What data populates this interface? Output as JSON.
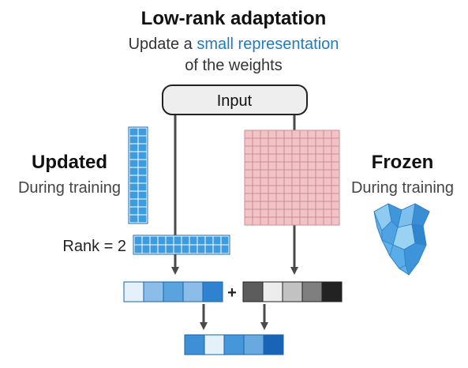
{
  "header": {
    "title": "Low-rank adaptation",
    "subtitle_prefix": "Update a ",
    "subtitle_highlight": "small representation",
    "subtitle_line2": "of the weights"
  },
  "input_box": {
    "label": "Input"
  },
  "updated": {
    "title": "Updated",
    "subtitle": "During training"
  },
  "frozen": {
    "title": "Frozen",
    "subtitle": "During training"
  },
  "rank": {
    "label": "Rank = 2"
  },
  "operator": {
    "plus": "+"
  },
  "colors": {
    "title_text": "#111111",
    "highlight_blue": "#1f7bc1",
    "matrix_blue_fill": "#3d9be0",
    "matrix_blue_stroke": "#1565a8",
    "frozen_pink_fill": "#f2c3c6",
    "frozen_pink_stroke": "#c98e93",
    "arrow_gray": "#4a4a4a",
    "input_box_fill": "#eeeeee"
  },
  "output_vectors": {
    "updated_vector_shades": [
      "#e4f1fb",
      "#8bbde8",
      "#5aa3df",
      "#8bbde8",
      "#2f82cf"
    ],
    "frozen_vector_shades": [
      "#5c5c5c",
      "#ededed",
      "#c2c2c2",
      "#7f7f7f",
      "#222222"
    ],
    "result_vector_shades": [
      "#3f8fd6",
      "#e4f1fb",
      "#4696da",
      "#6aa8e0",
      "#1a64b8"
    ]
  },
  "icons": {
    "iceberg": "iceberg-icon"
  }
}
